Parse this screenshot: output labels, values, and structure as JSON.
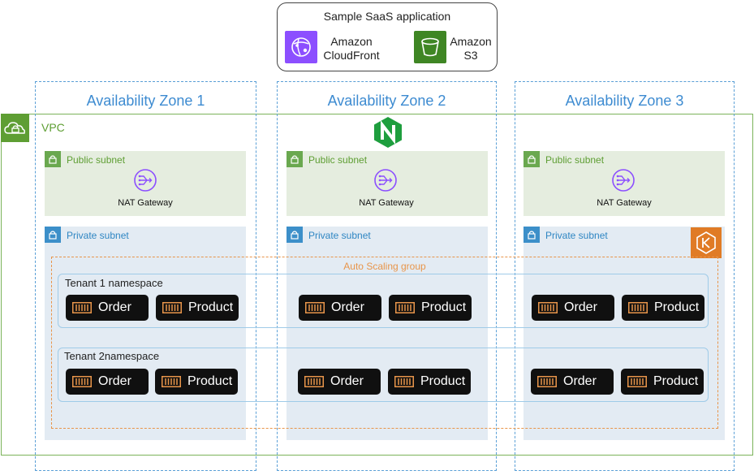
{
  "saas": {
    "title": "Sample SaaS application",
    "services": [
      {
        "icon": "cloudfront-icon",
        "label_1": "Amazon",
        "label_2": "CloudFront",
        "color": "#8c4fff"
      },
      {
        "icon": "s3-bucket-icon",
        "label_1": "Amazon",
        "label_2": "S3",
        "color": "#3f8624"
      }
    ]
  },
  "zones": [
    {
      "title": "Availability Zone 1"
    },
    {
      "title": "Availability Zone 2"
    },
    {
      "title": "Availability Zone 3"
    }
  ],
  "vpc": {
    "label": "VPC",
    "color": "#5e9e33"
  },
  "subnets": {
    "public_label": "Public subnet",
    "private_label": "Private subnet",
    "nat_label": "NAT Gateway"
  },
  "asg": {
    "label": "Auto Scaling group",
    "color": "#e8954a"
  },
  "tenants": [
    {
      "label": "Tenant 1 namespace"
    },
    {
      "label": "Tenant 2namespace"
    }
  ],
  "pods": {
    "order": "Order",
    "product": "Product"
  },
  "icons": {
    "nginx": "nginx-icon",
    "eks": "eks-icon",
    "lock": "lock-icon",
    "nat": "nat-gateway-icon",
    "pod": "container-icon",
    "vpc": "cloud-lock-icon"
  }
}
